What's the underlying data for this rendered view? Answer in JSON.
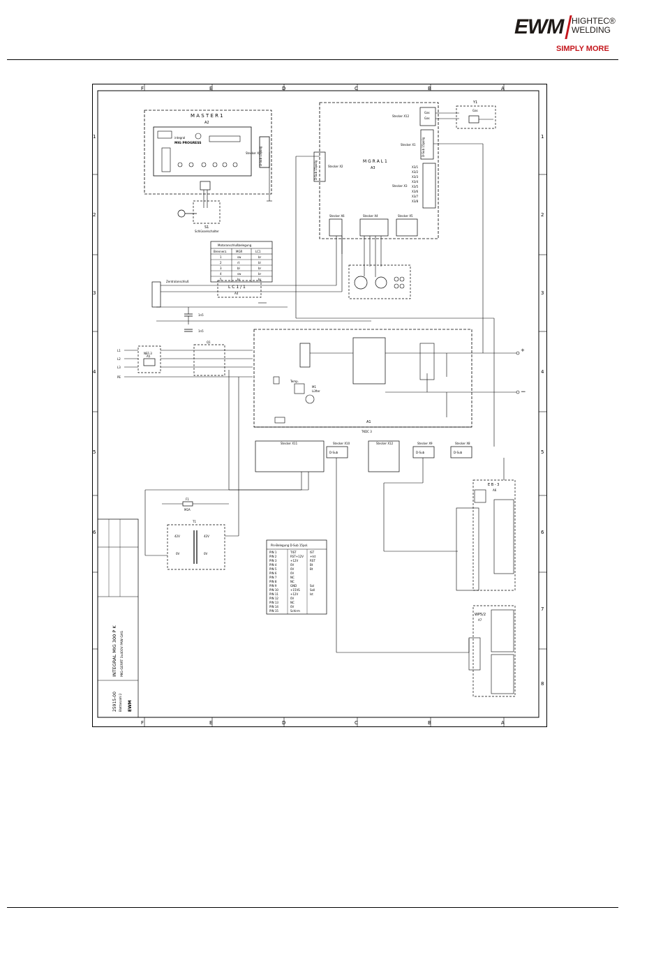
{
  "header": {
    "brand": "EWM",
    "tagline_line1": "HIGHTEC®",
    "tagline_line2": "WELDING",
    "slogan": "SIMPLY MORE"
  },
  "schematic": {
    "frame_letters_top": [
      "F",
      "E",
      "D",
      "C",
      "B",
      "A"
    ],
    "frame_numbers_side": [
      "1",
      "2",
      "3",
      "4",
      "5",
      "6",
      "7",
      "8"
    ],
    "master": {
      "title": "M A S T E R 1",
      "ref": "A2",
      "panel_brand": "integral",
      "panel_model": "MIG PROGRESS"
    },
    "mgral": {
      "title": "M G R A L 1",
      "ref": "A3"
    },
    "connectors": {
      "x1_master": "Stecker X1",
      "x1_mgral": "Stecker X1",
      "x2": "Stecker X2",
      "x3": "Stecker X3",
      "x4": "Stecker X4",
      "x5": "Stecker X5",
      "x6": "Stecker X6",
      "x8": "Stecker X8",
      "x9": "Stecker X9",
      "x10": "Stecker X10",
      "x11": "Stecker X11",
      "x12": "Stecker X12",
      "x16": "Stecker X16",
      "dsub": "D-Sub 15polig",
      "dsub_short": "D-Sub"
    },
    "valve": {
      "ref": "Y1",
      "label": "Gas"
    },
    "x3_pins": [
      "X3/1",
      "X3/2",
      "X3/3",
      "X3/4",
      "X3/5",
      "X3/6",
      "X3/7",
      "X3/8"
    ],
    "key_switch": {
      "ref": "S1",
      "name": "Schlüsselschalter"
    },
    "motor_table": {
      "title": "Motoranschlußbelegung",
      "headers": [
        "Brennerz.",
        "MGR",
        "LC1"
      ],
      "rows": [
        [
          "1",
          "sw",
          "br"
        ],
        [
          "2",
          "rt",
          "bl"
        ],
        [
          "3",
          "bl",
          "br"
        ],
        [
          "4",
          "sw",
          "br"
        ],
        [
          "5",
          "br",
          "br"
        ]
      ]
    },
    "central": {
      "label": "Zentralanschluß",
      "ref": "A4",
      "title": "L C 1 / 1"
    },
    "caps": [
      "1n5",
      "1n5"
    ],
    "mains": {
      "lines": [
        "L1",
        "L2",
        "L3",
        "PE"
      ],
      "filter": "NEF-3",
      "filter_ref": "A5",
      "switch": "Q1"
    },
    "power": {
      "ref": "A1",
      "board": "TKDC 3",
      "plus": "+",
      "minus": "−"
    },
    "fan": {
      "ref": "M1",
      "label": "Lüfter"
    },
    "temp": {
      "label": "Temp."
    },
    "fuse": {
      "ref": "F1",
      "value": "M2A"
    },
    "transformer": {
      "ref": "T1",
      "v1": "42V",
      "v2": "0V",
      "v3": "42V",
      "v4": "0V"
    },
    "eb3": {
      "title": "E B - 3",
      "ref": "A6"
    },
    "wp52": {
      "title": "WP5/2",
      "ref": "A7"
    },
    "pin_table": {
      "title": "Pin-Belegung D-Sub 15pol.",
      "rows": [
        [
          "PIN 1",
          "TIST",
          "IST"
        ],
        [
          "PIN 2",
          "RST+12V",
          "+Ist"
        ],
        [
          "PIN 3",
          "+12V",
          "RST"
        ],
        [
          "PIN 4",
          "0V",
          "Bt"
        ],
        [
          "PIN 5",
          "0V",
          "Bt"
        ],
        [
          "PIN 6",
          "0V",
          ""
        ],
        [
          "PIN 7",
          "NC",
          ""
        ],
        [
          "PIN 8",
          "NC",
          ""
        ],
        [
          "PIN 9",
          "GND",
          "Sol"
        ],
        [
          "PIN 10",
          "+15VS",
          "Soll"
        ],
        [
          "PIN 11",
          "+12V",
          "Ist"
        ],
        [
          "PIN 12",
          "0V",
          ""
        ],
        [
          "PIN 13",
          "NC",
          ""
        ],
        [
          "PIN 14",
          "0V",
          ""
        ],
        [
          "PIN 15",
          "Schirm",
          ""
        ]
      ]
    },
    "title_block": {
      "product": "INTEGRAL MIG 300 P K",
      "subtitle": "MIG-GERÄT 3x400V PAW GAS",
      "drawing_no": "25915-00",
      "sheet": "Blattanzahl 2",
      "company": "EWM"
    }
  }
}
